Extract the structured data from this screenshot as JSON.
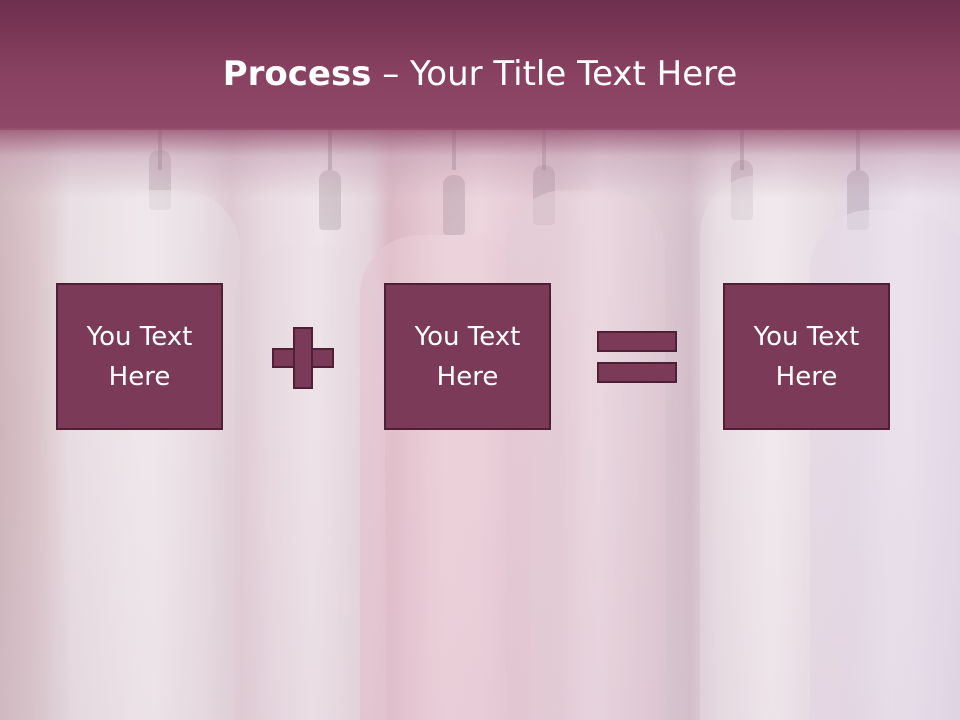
{
  "title": {
    "bold": "Process",
    "rest": " – Your Title Text Here"
  },
  "boxes": [
    {
      "text": "You Text\nHere"
    },
    {
      "text": "You Text\nHere"
    },
    {
      "text": "You Text\nHere"
    }
  ],
  "operators": {
    "first": "plus",
    "second": "equals"
  },
  "colors": {
    "header": "#8a4262",
    "box_fill": "#7a3a58",
    "box_border": "#4e1f35",
    "text": "#ffffff"
  }
}
